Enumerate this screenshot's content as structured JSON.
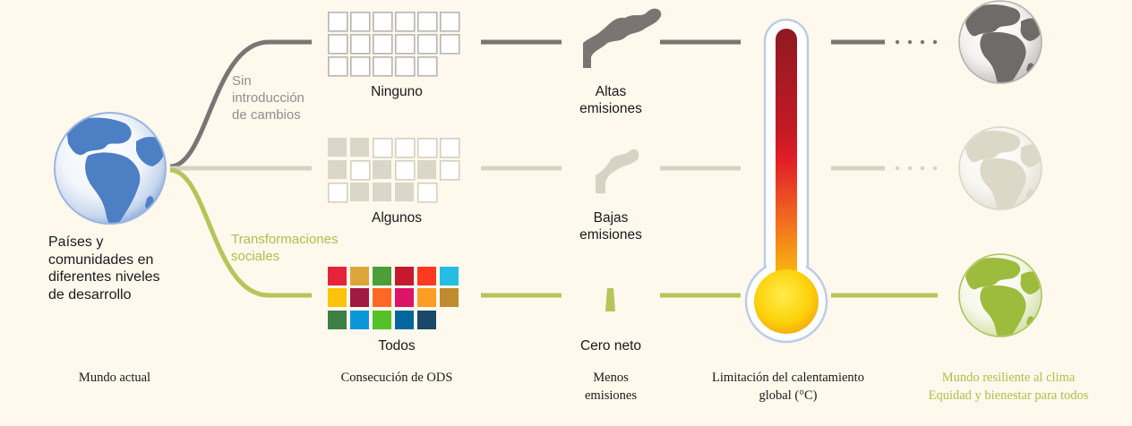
{
  "branches": {
    "none_label": "Sin\nintroducción\nde cambios",
    "social_label": "Transformaciones\nsociales"
  },
  "start_label": "Países y\ncomunidades en\ndiferentes niveles\nde desarrollo",
  "sdg_levels": [
    "Ninguno",
    "Algunos",
    "Todos"
  ],
  "emission_levels": [
    "Altas\nemisiones",
    "Bajas\nemisiones",
    "Cero neto"
  ],
  "captions": {
    "current_world": "Mundo actual",
    "sdg_achievement": "Consecución de ODS",
    "lower_emissions": "Menos\nemisiones",
    "warming_limit": "Limitación del calentamiento\nglobal (°C)",
    "resilient_world": "Mundo resiliente al clima\nEquidad y bienestar para todos"
  },
  "colors": {
    "background": "#fff8ec",
    "path_high": "#7a7572",
    "path_low": "#d6d3c4",
    "path_net_zero": "#b5c55a",
    "globe_current": "#4d7fc4",
    "globe_high": "#6e6b69",
    "globe_low": "#dcd8c8",
    "globe_resilient": "#9dbb3d",
    "accent_green": "#adc14a",
    "thermo_hot": "#8e1a22",
    "thermo_mid": "#e21f27",
    "thermo_cool": "#fcd20a"
  },
  "icons": {
    "globe": "globe-icon",
    "factory_high": "factory-high-emissions-icon",
    "factory_low": "factory-low-emissions-icon",
    "chimney_net_zero": "chimney-net-zero-icon",
    "thermometer": "thermometer-icon"
  },
  "sdg_colors": [
    "#e5243b",
    "#dda63a",
    "#4c9f38",
    "#c5192d",
    "#ff3a21",
    "#26bde2",
    "#fcc30b",
    "#a21942",
    "#fd6925",
    "#dd1367",
    "#fd9d24",
    "#bf8b2e",
    "#3f7e44",
    "#0a97d9",
    "#56c02b",
    "#00689d",
    "#19486a"
  ]
}
